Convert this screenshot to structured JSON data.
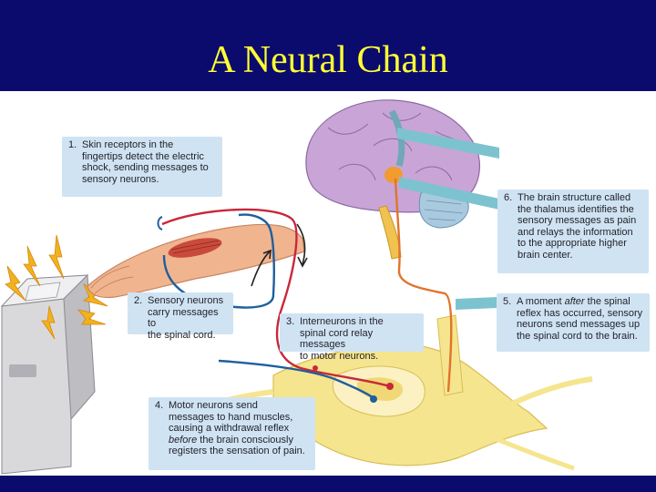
{
  "title": "A Neural Chain",
  "colors": {
    "header_bg": "#0b0b6e",
    "title_text": "#ffff33",
    "callout_bg": "#cfe3f3",
    "sensory_neuron": "#c8283a",
    "motor_neuron": "#1f5f9e",
    "ascending_pathway": "#e0742a",
    "spinal_cord": "#f6e58f"
  },
  "callouts": [
    {
      "number": "1.",
      "text": "Skin receptors in the\nfingertips detect the electric\nshock, sending messages to\nsensory neurons."
    },
    {
      "number": "2.",
      "text": "Sensory neurons\ncarry messages to\nthe spinal cord."
    },
    {
      "number": "3.",
      "text": "Interneurons in the\nspinal cord relay messages\nto motor neurons."
    },
    {
      "number": "4.",
      "text_parts": [
        "Motor neurons send\nmessages to hand muscles,\ncausing a withdrawal reflex\n",
        "before",
        " the brain consciously\nregisters the sensation of pain."
      ]
    },
    {
      "number": "5.",
      "text_parts": [
        "A moment ",
        "after",
        " the spinal\nreflex has occurred, sensory\nneurons send messages up\nthe spinal cord to the brain."
      ]
    },
    {
      "number": "6.",
      "text": "The brain structure called\nthe thalamus identifies the\nsensory messages as pain\nand relays the information\nto the appropriate higher\nbrain center."
    }
  ]
}
